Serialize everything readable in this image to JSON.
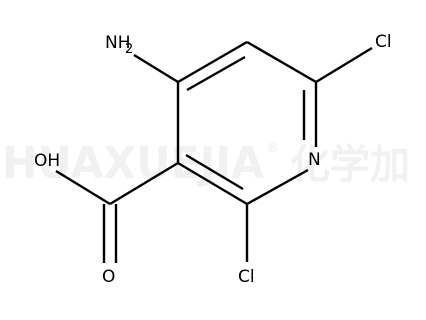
{
  "watermark": {
    "latin": "HUAXUEJIA",
    "registered": "®",
    "chinese": "化学加"
  },
  "atoms": {
    "amine_prefix": "NH",
    "amine_subscript": "2",
    "ring_nitrogen": "N",
    "chlorine_right": "Cl",
    "chlorine_bottom": "Cl",
    "hydroxyl": "OH",
    "carbonyl_oxygen": "O"
  },
  "colors": {
    "bond": "#000000",
    "watermark": "#f1f1f1",
    "background": "#ffffff"
  }
}
